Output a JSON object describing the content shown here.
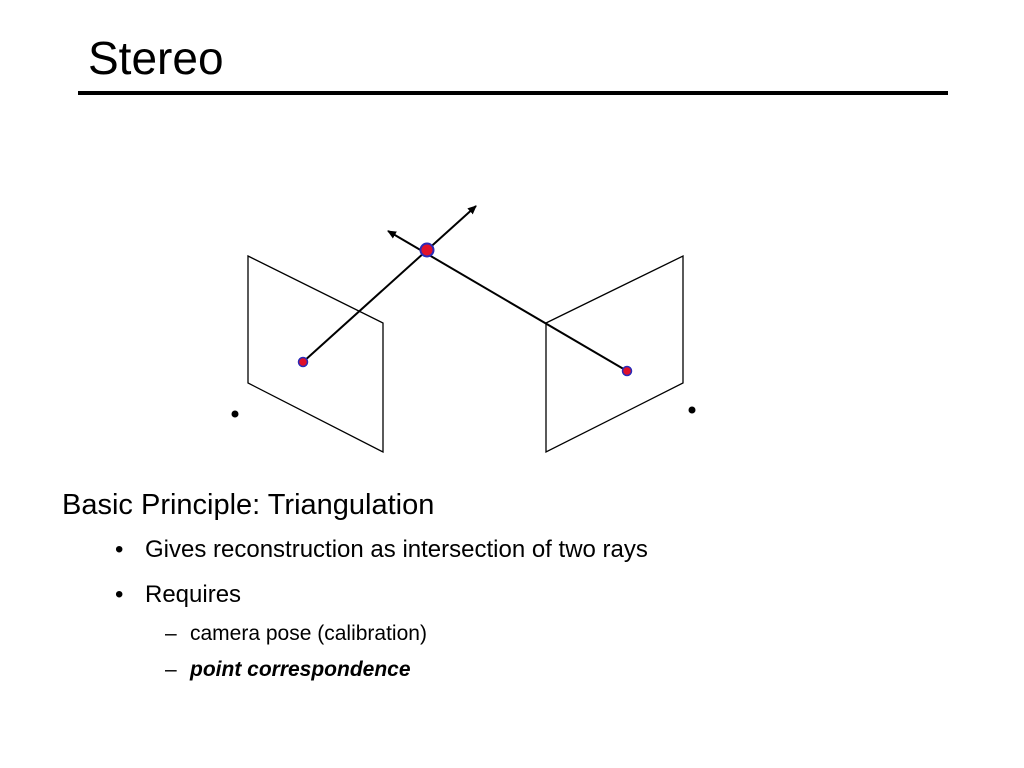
{
  "slide": {
    "title": "Stereo",
    "heading": "Basic Principle:  Triangulation",
    "bullets": [
      {
        "marker": "•",
        "text": "Gives reconstruction as intersection of two rays"
      },
      {
        "marker": "•",
        "text": "Requires"
      }
    ],
    "sub_bullets": [
      {
        "marker": "–",
        "text": "camera pose (calibration)"
      },
      {
        "marker": "–",
        "text": "point correspondence"
      }
    ]
  },
  "colors": {
    "point_fill": "#e0102a",
    "point_stroke": "#2a2ab8",
    "line": "#000000"
  }
}
